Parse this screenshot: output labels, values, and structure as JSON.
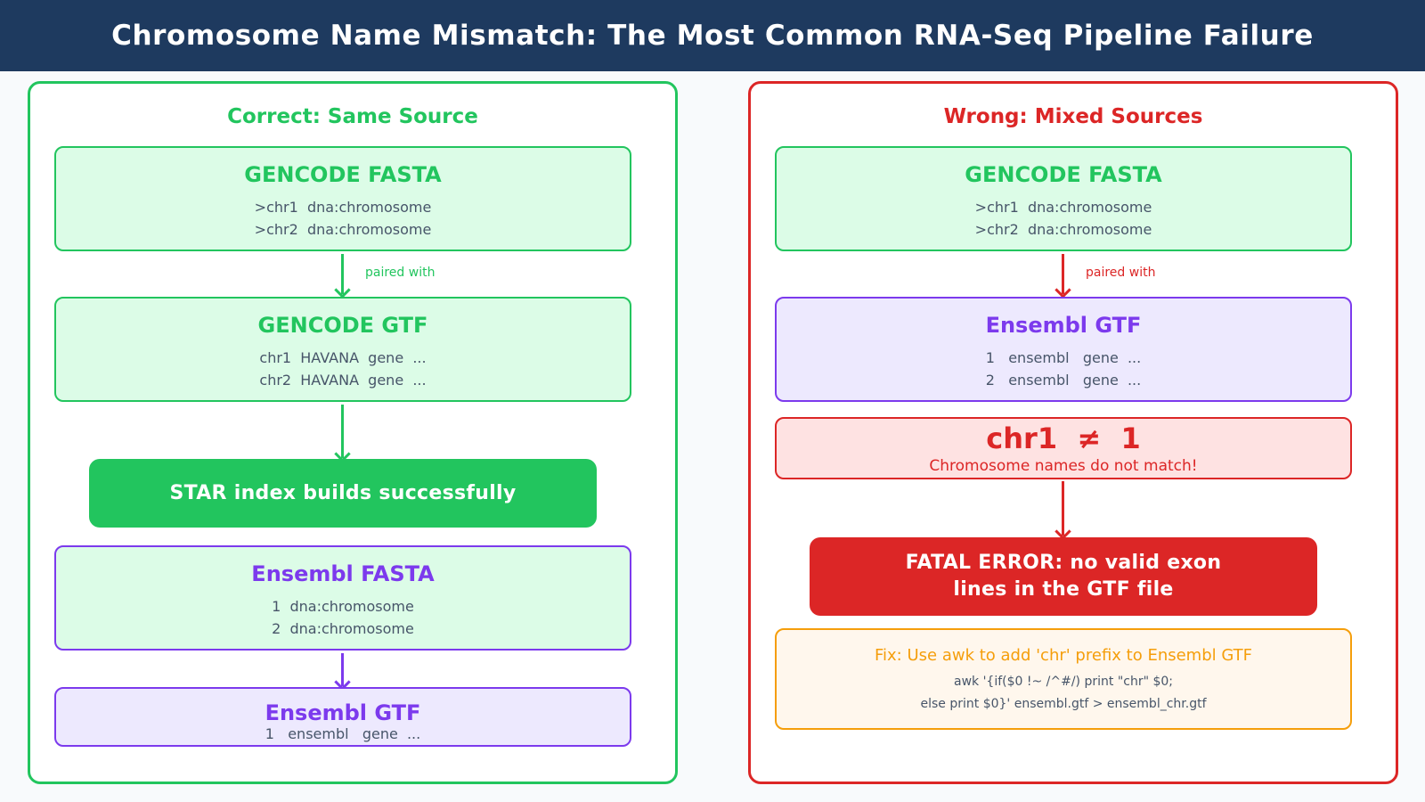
{
  "title": "Chromosome Name Mismatch: The Most Common RNA-Seq Pipeline Failure",
  "colors": {
    "header": "#1e3a5f",
    "green": "#22c55e",
    "red": "#dc2626",
    "purple": "#7c3aed",
    "orange": "#f59e0b"
  },
  "correct": {
    "title": "Correct: Same Source",
    "fasta": {
      "title": "GENCODE FASTA",
      "lines": [
        ">chr1  dna:chromosome",
        ">chr2  dna:chromosome"
      ]
    },
    "arrow_label": "paired with",
    "gtf": {
      "title": "GENCODE GTF",
      "lines": [
        "chr1  HAVANA  gene  ...",
        "chr2  HAVANA  gene  ..."
      ]
    },
    "result": "STAR index builds successfully",
    "ensembl_fasta": {
      "title": "Ensembl FASTA",
      "lines": [
        "1  dna:chromosome",
        "2  dna:chromosome"
      ]
    },
    "ensembl_gtf": {
      "title": "Ensembl GTF",
      "lines": [
        "1   ensembl   gene  ..."
      ]
    }
  },
  "wrong": {
    "title": "Wrong: Mixed Sources",
    "fasta": {
      "title": "GENCODE FASTA",
      "lines": [
        ">chr1  dna:chromosome",
        ">chr2  dna:chromosome"
      ]
    },
    "arrow_label": "paired with",
    "gtf": {
      "title": "Ensembl GTF",
      "lines": [
        "1   ensembl   gene  ...",
        "2   ensembl   gene  ..."
      ]
    },
    "mismatch": {
      "big": "chr1  ≠  1",
      "sub": "Chromosome names do not match!"
    },
    "error": {
      "line1": "FATAL ERROR: no valid exon",
      "line2": "lines in the GTF file"
    },
    "fix": {
      "title": "Fix: Use awk to add 'chr' prefix to Ensembl GTF",
      "code": [
        "awk '{if($0 !~ /^#/) print \"chr\" $0;",
        "else print $0}' ensembl.gtf > ensembl_chr.gtf"
      ]
    }
  }
}
